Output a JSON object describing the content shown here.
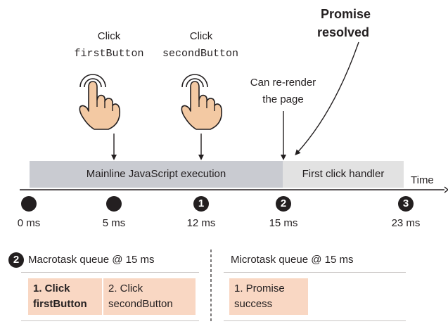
{
  "clicks": [
    {
      "label": "Click",
      "code": "firstButton"
    },
    {
      "label": "Click",
      "code": "secondButton"
    }
  ],
  "rerender": {
    "line1": "Can re-render",
    "line2": "the page"
  },
  "promise": {
    "line1": "Promise",
    "line2": "resolved"
  },
  "bars": {
    "mainline": "Mainline JavaScript execution",
    "handler": "First click handler"
  },
  "time_label": "Time",
  "markers": [
    {
      "badge": "",
      "label": "0 ms"
    },
    {
      "badge": "",
      "label": "5 ms"
    },
    {
      "badge": "1",
      "label": "12 ms"
    },
    {
      "badge": "2",
      "label": "15 ms"
    },
    {
      "badge": "3",
      "label": "23 ms"
    }
  ],
  "macro": {
    "badge": "2",
    "title": "Macrotask queue @ 15 ms",
    "items": [
      {
        "line1": "1. Click",
        "line2": "firstButton"
      },
      {
        "line1": "2. Click",
        "line2": "secondButton"
      }
    ]
  },
  "micro": {
    "title": "Microtask queue @ 15 ms",
    "items": [
      {
        "line1": "1. Promise",
        "line2": "success"
      }
    ]
  },
  "colors": {
    "bar_main": "#c9cbd1",
    "bar_handler": "#e2e2e2",
    "queue_cell": "#f9d7c3",
    "ink": "#231f20"
  }
}
